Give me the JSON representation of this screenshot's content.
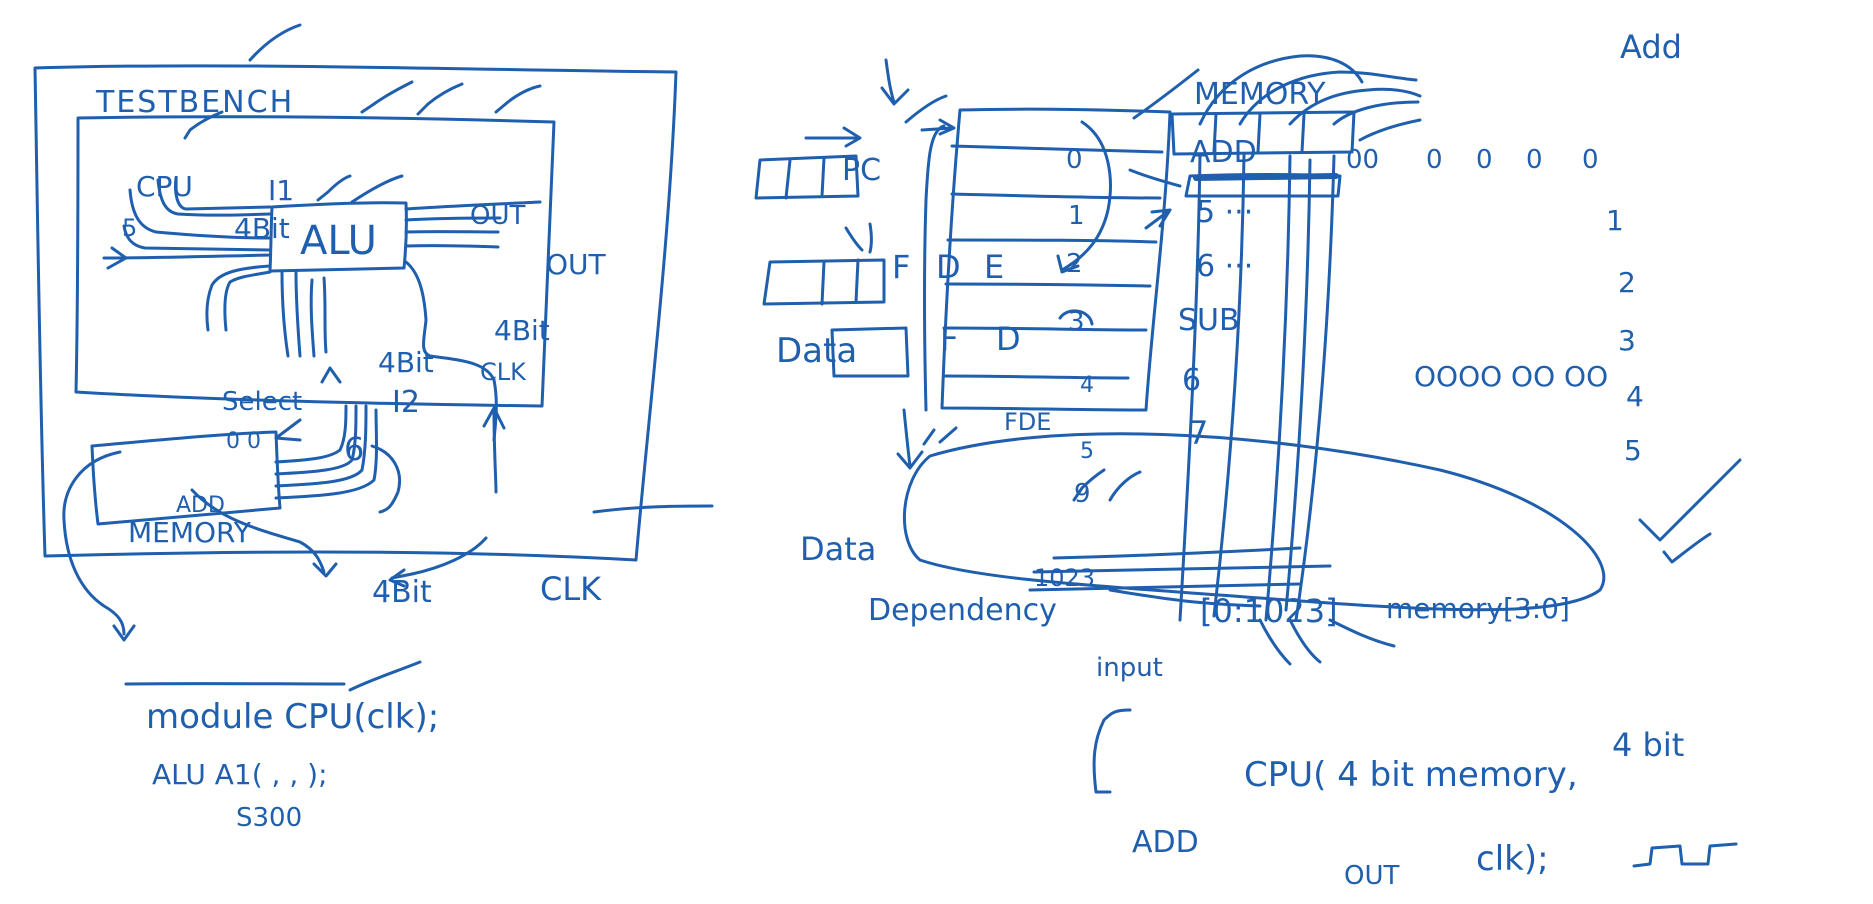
{
  "ink_color": "#1f5fae",
  "left": {
    "testbench_label": "TESTBENCH",
    "cpu_label": "CPU",
    "i1_label": "I1",
    "i1_width": "4Bit",
    "five_label": "5",
    "alu_label": "ALU",
    "out_label": "OUT",
    "out_label2": "OUT",
    "alu_out_width": "4Bit",
    "clk_label_inner": "CLK",
    "i2_width": "4Bit",
    "i2_label": "I2",
    "select_label": "Select",
    "select_bits": "0 0",
    "six_label": "6",
    "add_label": "ADD",
    "memory_label": "MEMORY",
    "mem_width": "4Bit",
    "clk_label_outer": "CLK",
    "module_line": "module CPU(clk);",
    "alu_inst_line": "ALU  A1( , , );",
    "alu_inst_sub": "S300"
  },
  "right": {
    "pc_label": "PC",
    "memory_label": "MEMORY",
    "add_label": "Add",
    "row_numbers": [
      "0",
      "1",
      "2",
      "3",
      "4",
      "5",
      "9",
      "1023"
    ],
    "memory_rows": [
      "ADD",
      "5 ···",
      "6 ···",
      "SUB",
      "6",
      "7"
    ],
    "bits_row": [
      "00",
      "0",
      "0",
      "0",
      "0"
    ],
    "pipe_fde": [
      "F",
      "D",
      "E"
    ],
    "pipe_fd": [
      "F",
      "D"
    ],
    "pipe_fde2": "FDE",
    "data_label": "Data",
    "data_label2": "Data",
    "dependency_label": "Dependency",
    "input_label": "input",
    "range_label": "[0:1023]",
    "memory_decl": "memory[3:0]",
    "right_numbers": [
      "1",
      "2",
      "3",
      "4",
      "5"
    ],
    "circles_row": "OOOO  OO OO",
    "cpu_line": "CPU( 4 bit memory,",
    "out_line": "OUT",
    "clk_line": "clk);",
    "four_bit": "4 bit",
    "add_bottom": "ADD"
  }
}
